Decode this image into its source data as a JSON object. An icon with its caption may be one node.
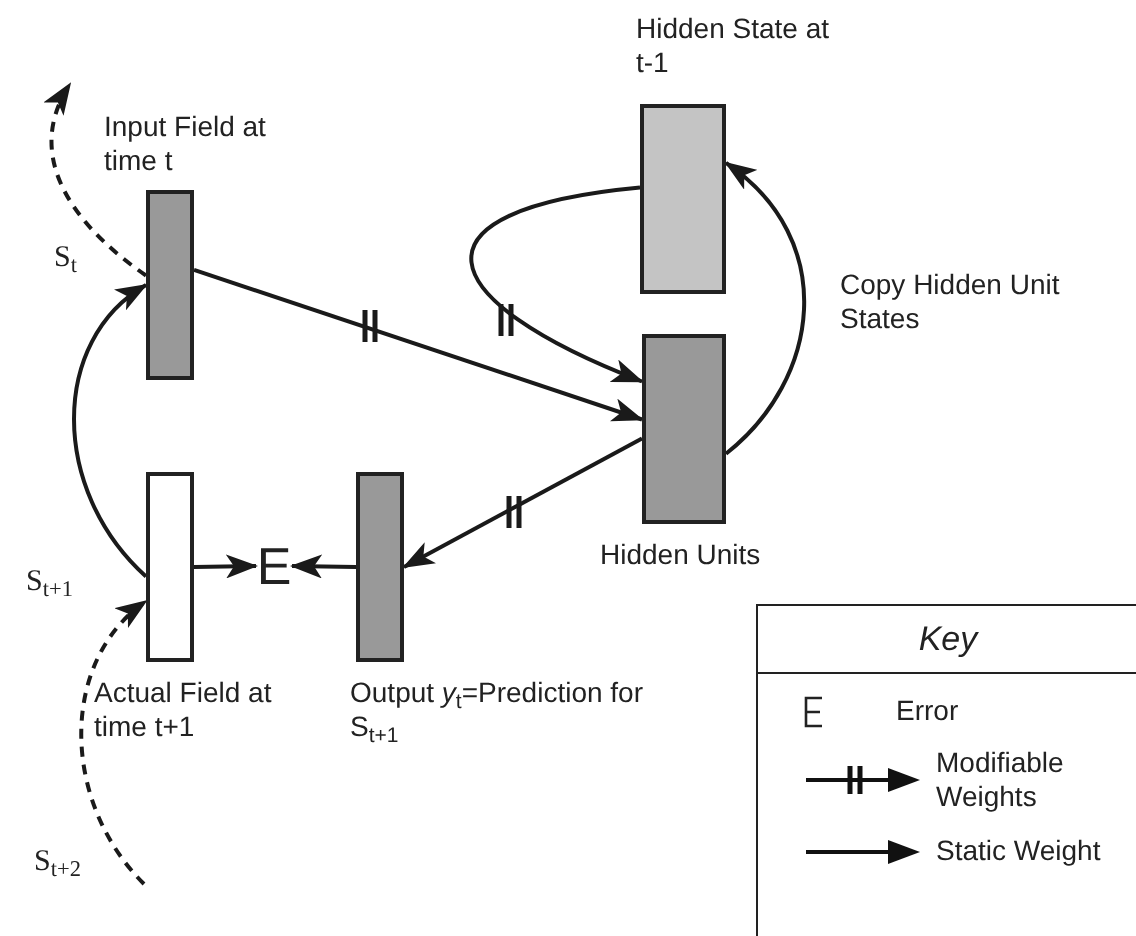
{
  "diagram": {
    "nodes": [
      {
        "text": [
          "Input Field at time t"
        ]
      },
      {
        "text": [
          "Hidden State at t-1"
        ]
      },
      {
        "text": [
          "Hidden Units"
        ]
      },
      {
        "text": [
          "Actual Field at time t+1"
        ]
      },
      {
        "text": [
          "E"
        ]
      },
      {
        "text": [
          "Output *y*$_{t}$=Prediction for S$_{t+1}$"
        ]
      }
    ],
    "edges": [
      {
        "from": 0,
        "to": 2,
        "arrow": "to"
      },
      {
        "from": 1,
        "to": 2,
        "arrow": "to"
      },
      {
        "from": 2,
        "to": 1,
        "arrow": "to",
        "label": "Copy Hidden Unit States"
      },
      {
        "from": 2,
        "to": 5,
        "arrow": "to"
      },
      {
        "from": 5,
        "to": 4,
        "arrow": "to"
      },
      {
        "from": 3,
        "to": 4,
        "arrow": "to"
      },
      {
        "from": 3,
        "to": 0,
        "arrow": "to"
      },
      {
        "from": 0,
        "to": null,
        "arrow": "to",
        "style": "dashed"
      },
      {
        "from": null,
        "to": 3,
        "arrow": "to",
        "style": "dashed"
      }
    ],
    "labels": [
      "S$_{t}$",
      "S$_{t+1}$",
      "S$_{t+2}$",
      "Key"
    ],
    "legend": [
      {
        "text": "Error"
      },
      {
        "text": "Modifiable Weights"
      },
      {
        "text": "Static Weight"
      }
    ]
  }
}
